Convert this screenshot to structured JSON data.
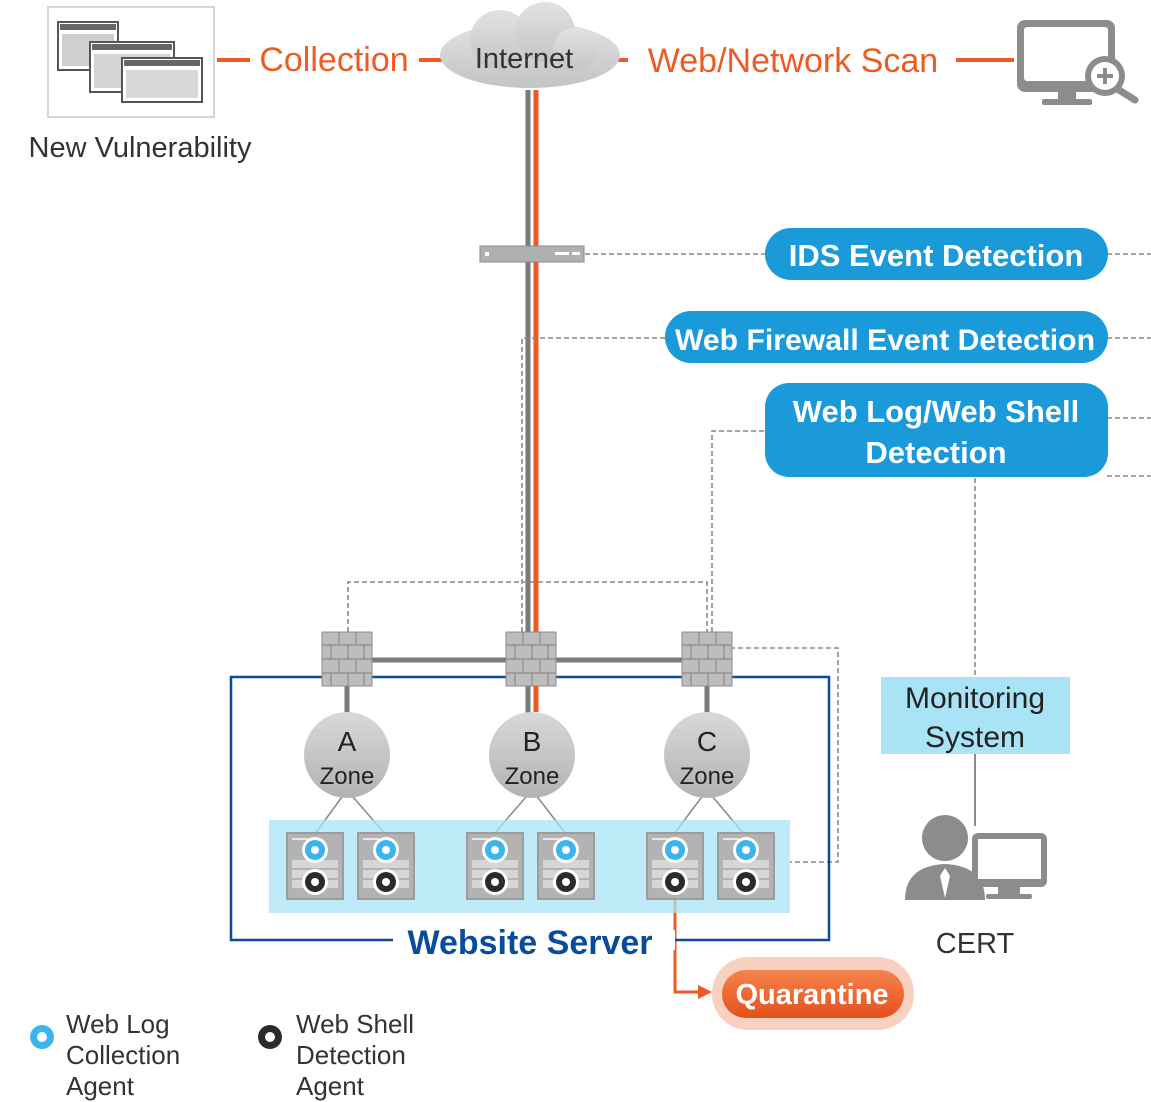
{
  "top": {
    "collection_label": "Collection",
    "internet_label": "Internet",
    "scan_label": "Web/Network Scan",
    "new_vulnerability_label": "New Vulnerability"
  },
  "detections": {
    "ids": "IDS Event Detection",
    "web_firewall": "Web Firewall Event Detection",
    "web_log_line1": "Web Log/Web Shell",
    "web_log_line2": "Detection"
  },
  "website": {
    "title": "Website Server",
    "zones": [
      {
        "letter": "A",
        "label": "Zone"
      },
      {
        "letter": "B",
        "label": "Zone"
      },
      {
        "letter": "C",
        "label": "Zone"
      }
    ]
  },
  "monitoring": {
    "line1": "Monitoring",
    "line2": "System",
    "cert_label": "CERT"
  },
  "quarantine_label": "Quarantine",
  "legend": {
    "web_log_agent": [
      "Web Log",
      "Collection",
      "Agent"
    ],
    "web_shell_agent": [
      "Web Shell",
      "Detection",
      "Agent"
    ]
  },
  "colors": {
    "orange": "#ee5a24",
    "blue_pill": "#1a9ad9",
    "dark_blue": "#0a4c9a",
    "light_blue": "#a9e3f6",
    "gray_line": "#7a7a7a"
  }
}
